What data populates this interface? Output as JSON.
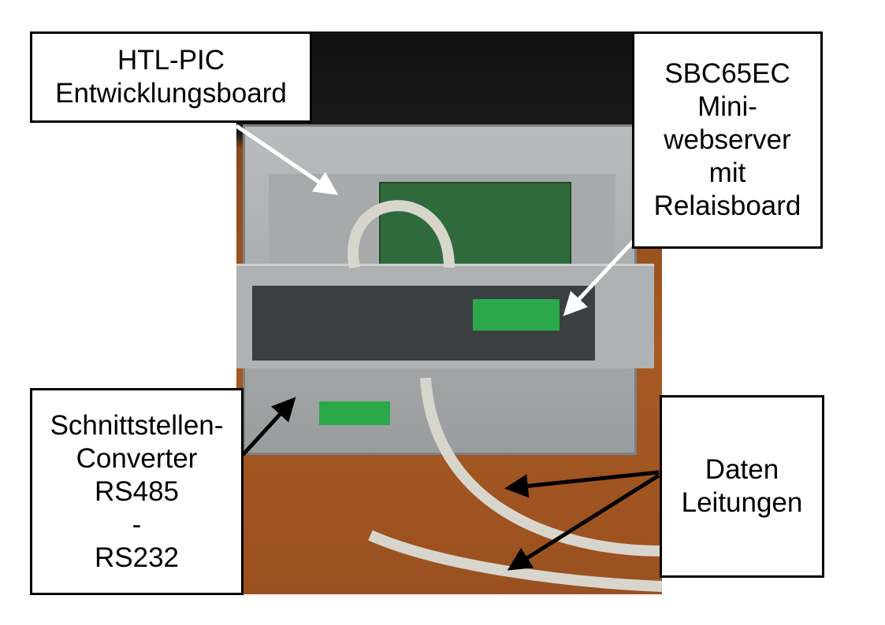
{
  "labels": {
    "htl_pic": [
      "HTL-PIC",
      "Entwicklungsboard"
    ],
    "sbc65ec": [
      "SBC65EC",
      "Mini-",
      "webserver",
      "mit",
      "Relaisboard"
    ],
    "converter": [
      "Schnittstellen-",
      "Converter",
      "RS485",
      "-",
      "RS232"
    ],
    "daten": [
      "Daten",
      "Leitungen"
    ]
  },
  "colors": {
    "arrow_white": "#ffffff",
    "arrow_black": "#000000",
    "border": "#000000"
  }
}
